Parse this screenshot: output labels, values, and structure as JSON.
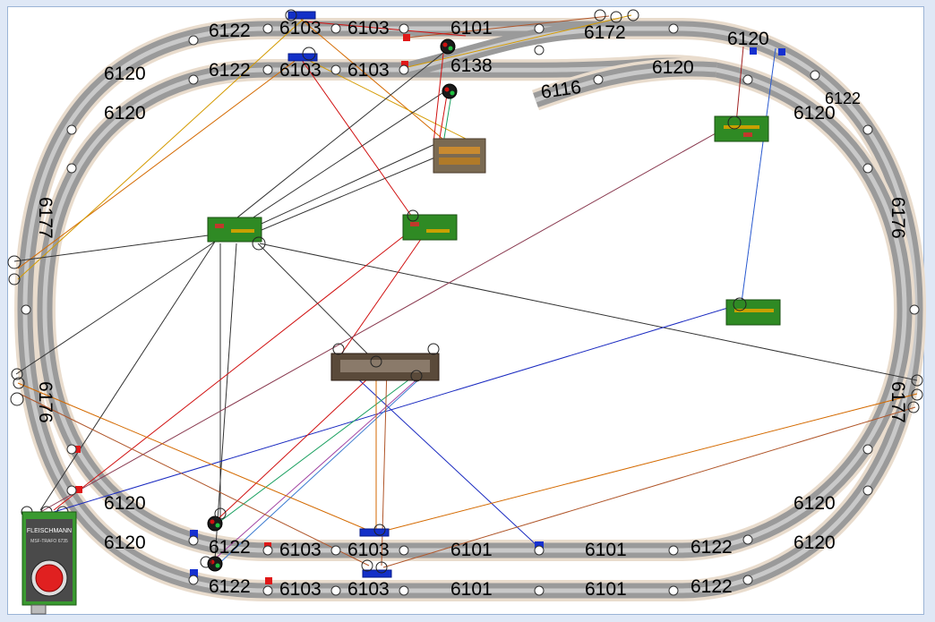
{
  "layout": {
    "title": "",
    "colors": {
      "background": "#dfe8f6",
      "canvas": "#ffffff",
      "track": "#9a9a9a",
      "pcb": "#2f8a24",
      "loco": "#1330c8",
      "stop_marker": "#e01818"
    }
  },
  "track_labels": {
    "top_outer_1": "6122",
    "top_outer_2": "6103",
    "top_outer_3": "6103",
    "top_outer_4": "6101",
    "top_outer_5": "6172",
    "top_inner_1": "6122",
    "top_inner_2": "6103",
    "top_inner_3": "6103",
    "top_inner_4": "6138",
    "left_1": "6120",
    "left_2": "6120",
    "left_3": "6177",
    "left_4": "6176",
    "left_5": "6120",
    "left_6": "6120",
    "right_1": "6120",
    "right_2": "6120",
    "right_3": "6122",
    "right_4": "6120",
    "right_5": "6176",
    "right_6": "6177",
    "right_7": "6120",
    "right_8": "6120",
    "spur": "6116",
    "bottom_inner_1": "6122",
    "bottom_inner_2": "6103",
    "bottom_inner_3": "6103",
    "bottom_inner_4": "6101",
    "bottom_inner_5": "6101",
    "bottom_inner_6": "6122",
    "bottom_outer_1": "6122",
    "bottom_outer_2": "6103",
    "bottom_outer_3": "6103",
    "bottom_outer_4": "6101",
    "bottom_outer_5": "6101",
    "bottom_outer_6": "6122"
  },
  "transformer": {
    "brand": "FLEISCHMANN",
    "model": "MSF-TRAFO 6735"
  },
  "icons": {
    "signal": "signal-icon",
    "loco": "locomotive-icon",
    "pcb": "circuit-board-icon",
    "relay": "relay-module-icon",
    "stop": "stop-marker-icon",
    "transformer": "transformer-icon"
  }
}
